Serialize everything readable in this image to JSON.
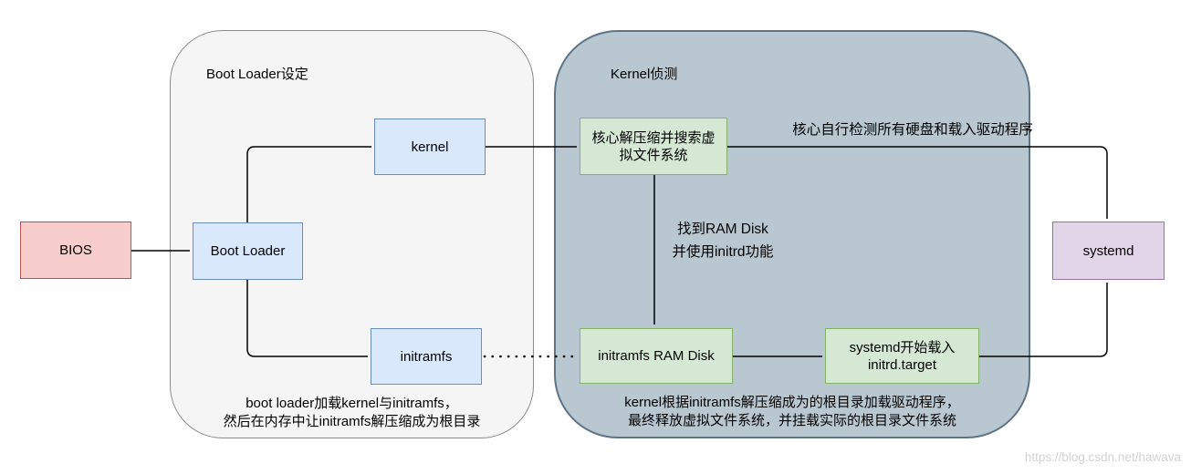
{
  "groups": {
    "boot_loader": {
      "title": "Boot Loader设定",
      "caption": "boot loader加载kernel与initramfs，\n然后在内存中让initramfs解压缩成为根目录",
      "fill": "#f5f5f5",
      "border": "#8c8c8c"
    },
    "kernel_detect": {
      "title": "Kernel侦测",
      "caption": "kernel根据initramfs解压缩成为的根目录加载驱动程序，\n最终释放虚拟文件系统，并挂载实际的根目录文件系统",
      "fill": "#b9c7d1",
      "border": "#5d7586"
    }
  },
  "nodes": {
    "bios": {
      "label": "BIOS",
      "fill": "#f8cecc",
      "border": "#b85450"
    },
    "boot_loader": {
      "label": "Boot Loader",
      "fill": "#dae8fc",
      "border": "#6c8ebf"
    },
    "kernel": {
      "label": "kernel",
      "fill": "#dae8fc",
      "border": "#6c8ebf"
    },
    "initramfs": {
      "label": "initramfs",
      "fill": "#dae8fc",
      "border": "#6c8ebf"
    },
    "kernel_decompress": {
      "label": "核心解压缩并搜索虚\n拟文件系统",
      "fill": "#d5e8d4",
      "border": "#82b366"
    },
    "initramfs_ram_disk": {
      "label": "initramfs RAM Disk",
      "fill": "#d5e8d4",
      "border": "#82b366"
    },
    "systemd_target": {
      "label": "systemd开始载入\ninitrd.target",
      "fill": "#d5e8d4",
      "border": "#82b366"
    },
    "systemd": {
      "label": "systemd",
      "fill": "#e1d5e7",
      "border": "#9673a6"
    }
  },
  "notes": {
    "ram_disk": "找到RAM Disk\n并使用initrd功能",
    "detect": "核心自行检测所有硬盘和载入驱动程序"
  },
  "connectors": {
    "color": "#000000"
  },
  "watermark": "https://blog.csdn.net/hawava"
}
